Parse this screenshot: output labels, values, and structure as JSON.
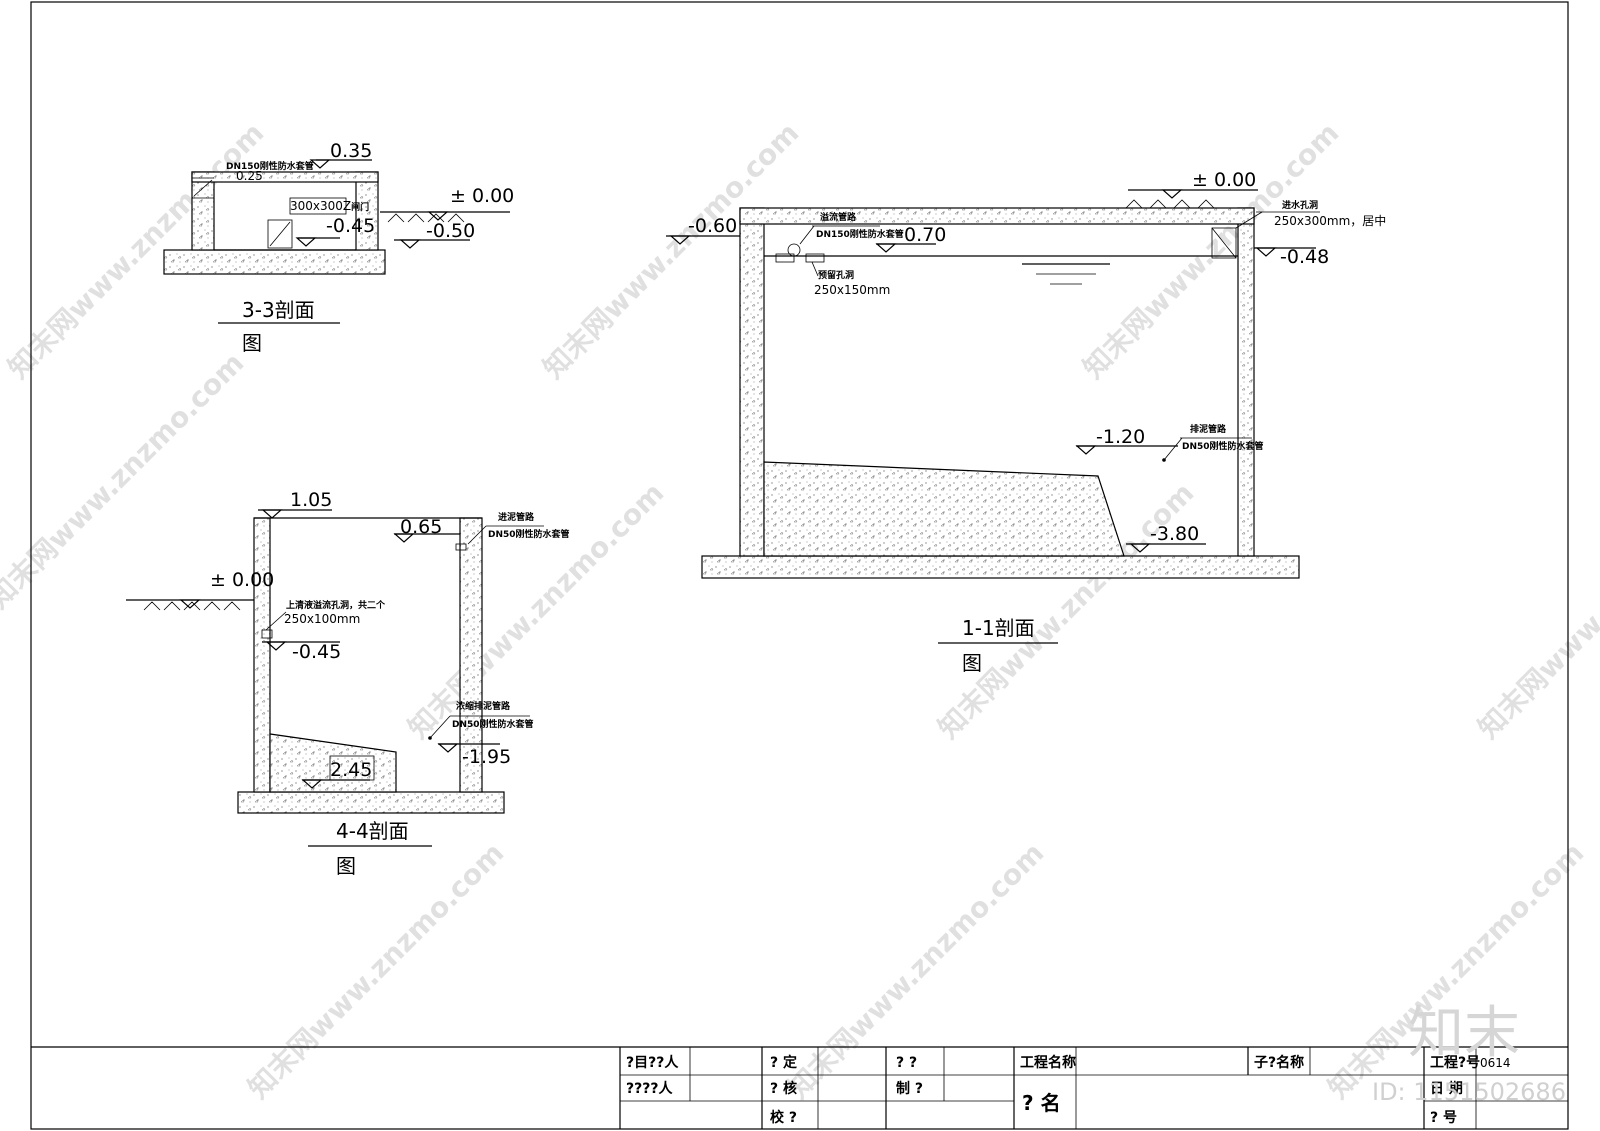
{
  "sec33": {
    "e1": "0.35",
    "e2": "0.25",
    "e3": "-0.45",
    "e4": "± 0.00",
    "e5": "-0.50",
    "pipe": "DN150刚性防水套管",
    "gate": "300x300Z",
    "gate_suffix": "闸门",
    "title": "3-3剖面",
    "sub": "图"
  },
  "sec44": {
    "e1": "1.05",
    "e2": "0.65",
    "e3": "± 0.00",
    "e4": "-0.45",
    "e5": "-1.95",
    "e6": "2.45",
    "inlet_label": "进泥管路",
    "inlet_pipe": "DN50刚性防水套管",
    "hole_label": "上清液溢流孔洞，共二个",
    "hole_size": "250x100mm",
    "drain_label": "浓缩排泥管路",
    "drain_pipe": "DN50刚性防水套管",
    "title": "4-4剖面",
    "sub": "图"
  },
  "sec11": {
    "e1": "± 0.00",
    "e2": "-0.60",
    "e3": "0.70",
    "e4": "-0.48",
    "e5": "-1.20",
    "e6": "-3.80",
    "overflow_label": "溢流管路",
    "overflow_pipe": "DN150刚性防水套管",
    "hole_label": "预留孔洞",
    "hole_size": "250x150mm",
    "inlet_label": "进水孔洞",
    "inlet_size": "250x300mm，居中",
    "sludge_label": "排泥管路",
    "sludge_pipe": "DN50刚性防水套管",
    "title": "1-1剖面",
    "sub": "图"
  },
  "titleblock": {
    "c1": "?目??人",
    "c2": "????人",
    "c3": "? 定",
    "c4": "? 核",
    "c5": "校 ?",
    "c6": "? ?",
    "c7": "制 ?",
    "c8": "工程名称",
    "c9": "子?名称",
    "c10": "? 名",
    "c11": "工程?号",
    "c12": "0614",
    "c13": "日 期",
    "c14": "? 号"
  },
  "watermark": {
    "text": "知末网www.znzmo.com",
    "logo": "知末",
    "id": "ID: 1151502686"
  }
}
